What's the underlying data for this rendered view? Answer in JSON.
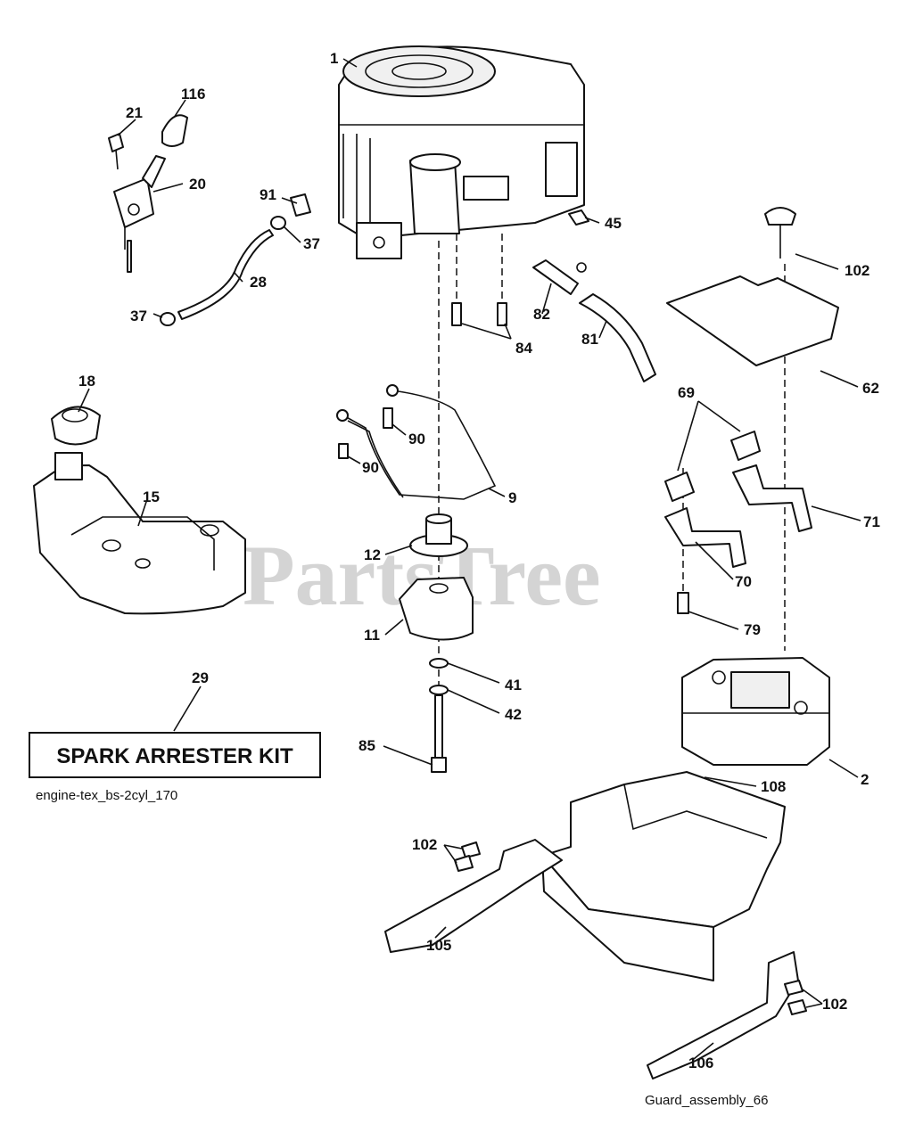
{
  "watermark": "PartsTree",
  "captions": {
    "engine": "engine-tex_bs-2cyl_170",
    "guard": "Guard_assembly_66"
  },
  "kit_label": "SPARK ARRESTER KIT",
  "callouts": {
    "c1": "1",
    "c2": "2",
    "c9": "9",
    "c11": "11",
    "c12": "12",
    "c15": "15",
    "c18": "18",
    "c20": "20",
    "c21": "21",
    "c28": "28",
    "c29": "29",
    "c37a": "37",
    "c37b": "37",
    "c41": "41",
    "c42": "42",
    "c45": "45",
    "c62": "62",
    "c69": "69",
    "c70": "70",
    "c71": "71",
    "c79": "79",
    "c81": "81",
    "c82": "82",
    "c84": "84",
    "c85": "85",
    "c90a": "90",
    "c90b": "90",
    "c91": "91",
    "c102a": "102",
    "c102b": "102",
    "c102c": "102",
    "c105": "105",
    "c106": "106",
    "c108": "108",
    "c116": "116"
  }
}
